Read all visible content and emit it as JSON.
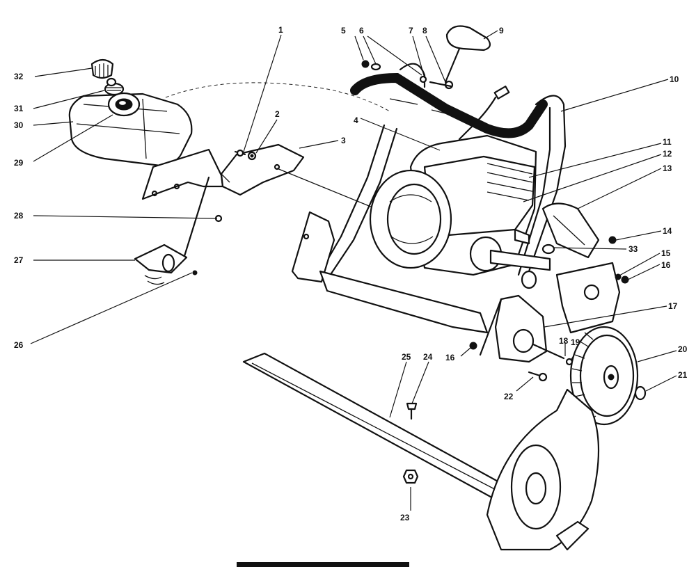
{
  "colors": {
    "ink": "#111111",
    "paper": "#ffffff"
  },
  "callouts": [
    {
      "id": "c1",
      "label": "1"
    },
    {
      "id": "c2",
      "label": "2"
    },
    {
      "id": "c3",
      "label": "3"
    },
    {
      "id": "c4",
      "label": "4"
    },
    {
      "id": "c5",
      "label": "5"
    },
    {
      "id": "c6",
      "label": "6"
    },
    {
      "id": "c7",
      "label": "7"
    },
    {
      "id": "c8",
      "label": "8"
    },
    {
      "id": "c9",
      "label": "9"
    },
    {
      "id": "c10",
      "label": "10"
    },
    {
      "id": "c11",
      "label": "11"
    },
    {
      "id": "c12",
      "label": "12"
    },
    {
      "id": "c13",
      "label": "13"
    },
    {
      "id": "c14",
      "label": "14"
    },
    {
      "id": "c15",
      "label": "15"
    },
    {
      "id": "c16a",
      "label": "16"
    },
    {
      "id": "c16b",
      "label": "16"
    },
    {
      "id": "c17",
      "label": "17"
    },
    {
      "id": "c18",
      "label": "18"
    },
    {
      "id": "c19",
      "label": "19"
    },
    {
      "id": "c20",
      "label": "20"
    },
    {
      "id": "c21",
      "label": "21"
    },
    {
      "id": "c22",
      "label": "22"
    },
    {
      "id": "c23",
      "label": "23"
    },
    {
      "id": "c24",
      "label": "24"
    },
    {
      "id": "c25",
      "label": "25"
    },
    {
      "id": "c26",
      "label": "26"
    },
    {
      "id": "c27",
      "label": "27"
    },
    {
      "id": "c28",
      "label": "28"
    },
    {
      "id": "c29",
      "label": "29"
    },
    {
      "id": "c30",
      "label": "30"
    },
    {
      "id": "c31",
      "label": "31"
    },
    {
      "id": "c32",
      "label": "32"
    },
    {
      "id": "c33",
      "label": "33"
    }
  ]
}
